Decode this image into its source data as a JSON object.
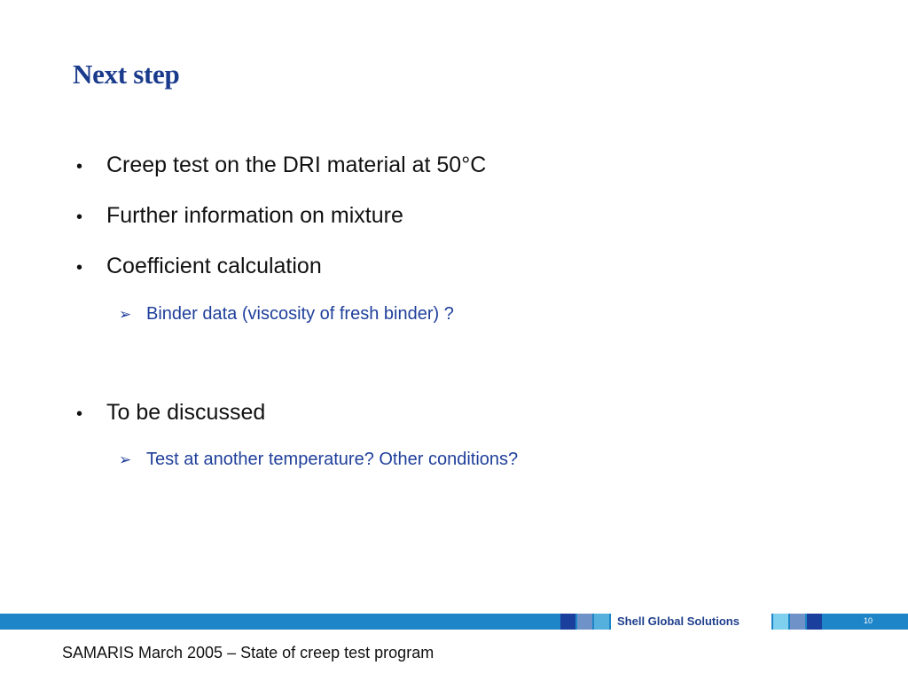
{
  "slide": {
    "title": "Next step",
    "bullets": [
      "Creep test on the DRI material at 50°C",
      "Further information on mixture",
      "Coefficient calculation",
      "Binder data (viscosity of fresh binder) ?",
      "To be discussed",
      "Test at another temperature? Other conditions?"
    ],
    "bullet_glyph": "•",
    "sub_glyph": "➢"
  },
  "brand_bar": {
    "company": "Shell Global Solutions",
    "page_number": "10",
    "colors": {
      "band": "#1e86c8",
      "title": "#1a3a8c",
      "sub_bullet_text": "#1f3f9b",
      "squares": [
        "#1a3f9c",
        "#6f93c9",
        "#56b0dd",
        "#7fd0ee",
        "#6f93c9",
        "#1a3f9c"
      ]
    }
  },
  "footer": {
    "text": "SAMARIS March 2005 – State of creep test program"
  }
}
